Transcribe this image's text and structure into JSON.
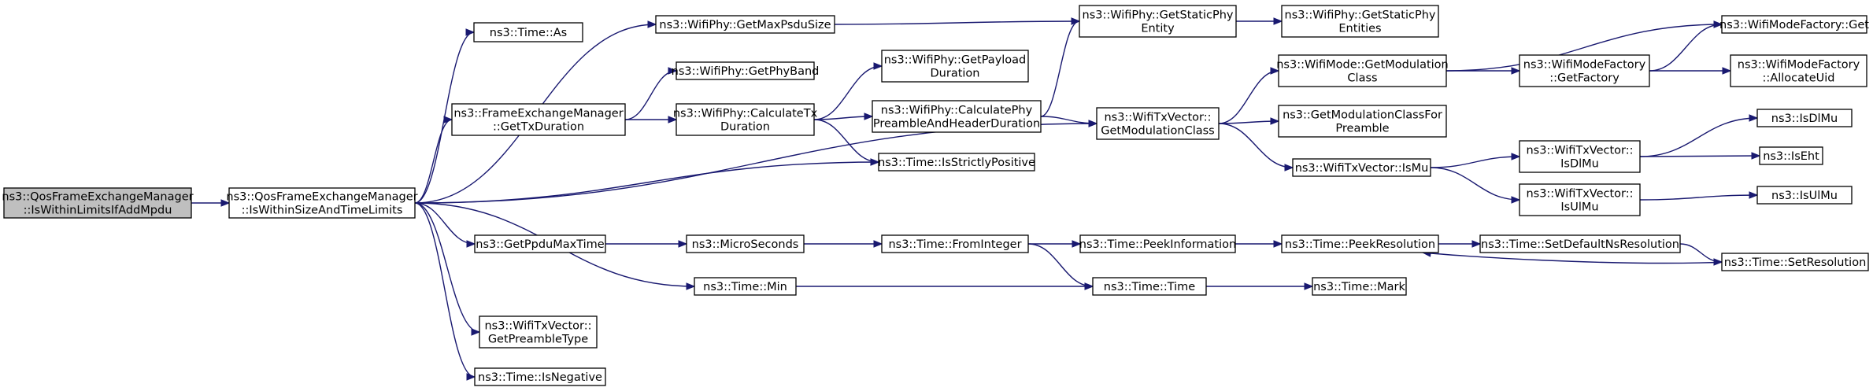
{
  "colors": {
    "edge": "#191970",
    "root_fill": "#bfbfbf",
    "node_fill": "#ffffff",
    "node_stroke": "#000000"
  },
  "nodes": [
    {
      "id": "root",
      "lines": [
        "ns3::QosFrameExchangeManager",
        "::IsWithinLimitsIfAddMpdu"
      ]
    },
    {
      "id": "iswithin",
      "lines": [
        "ns3::QosFrameExchangeManager",
        "::IsWithinSizeAndTimeLimits"
      ]
    },
    {
      "id": "timeas",
      "lines": [
        "ns3::Time::As"
      ]
    },
    {
      "id": "getmaxpsdu",
      "lines": [
        "ns3::WifiPhy::GetMaxPsduSize"
      ]
    },
    {
      "id": "getstaticphyentity",
      "lines": [
        "ns3::WifiPhy::GetStaticPhy",
        "Entity"
      ]
    },
    {
      "id": "getstaticphyentities",
      "lines": [
        "ns3::WifiPhy::GetStaticPhy",
        "Entities"
      ]
    },
    {
      "id": "getphyband",
      "lines": [
        "ns3::WifiPhy::GetPhyBand"
      ]
    },
    {
      "id": "getpayloadduration",
      "lines": [
        "ns3::WifiPhy::GetPayload",
        "Duration"
      ]
    },
    {
      "id": "fem_gettxduration",
      "lines": [
        "ns3::FrameExchangeManager",
        "::GetTxDuration"
      ]
    },
    {
      "id": "calctxduration",
      "lines": [
        "ns3::WifiPhy::CalculateTx",
        "Duration"
      ]
    },
    {
      "id": "calcphypreamble",
      "lines": [
        "ns3::WifiPhy::CalculatePhy",
        "PreambleAndHeaderDuration"
      ]
    },
    {
      "id": "txv_getmodclass",
      "lines": [
        "ns3::WifiTxVector::",
        "GetModulationClass"
      ]
    },
    {
      "id": "wm_getmodclass",
      "lines": [
        "ns3::WifiMode::GetModulation",
        "Class"
      ]
    },
    {
      "id": "wmf_get",
      "lines": [
        "ns3::WifiModeFactory::Get"
      ]
    },
    {
      "id": "wmf_getfactory",
      "lines": [
        "ns3::WifiModeFactory",
        "::GetFactory"
      ]
    },
    {
      "id": "wmf_allocateuid",
      "lines": [
        "ns3::WifiModeFactory",
        "::AllocateUid"
      ]
    },
    {
      "id": "getmodclassforpreamble",
      "lines": [
        "ns3::GetModulationClassFor",
        "Preamble"
      ]
    },
    {
      "id": "txv_ismu",
      "lines": [
        "ns3::WifiTxVector::IsMu"
      ]
    },
    {
      "id": "txv_isdlmu",
      "lines": [
        "ns3::WifiTxVector::",
        "IsDlMu"
      ]
    },
    {
      "id": "isdlmu",
      "lines": [
        "ns3::IsDlMu"
      ]
    },
    {
      "id": "iseht",
      "lines": [
        "ns3::IsEht"
      ]
    },
    {
      "id": "txv_isulmu",
      "lines": [
        "ns3::WifiTxVector::",
        "IsUlMu"
      ]
    },
    {
      "id": "isulmu",
      "lines": [
        "ns3::IsUlMu"
      ]
    },
    {
      "id": "isstrictlypositive",
      "lines": [
        "ns3::Time::IsStrictlyPositive"
      ]
    },
    {
      "id": "getppdumaxtime",
      "lines": [
        "ns3::GetPpduMaxTime"
      ]
    },
    {
      "id": "microseconds",
      "lines": [
        "ns3::MicroSeconds"
      ]
    },
    {
      "id": "frominteger",
      "lines": [
        "ns3::Time::FromInteger"
      ]
    },
    {
      "id": "peekinformation",
      "lines": [
        "ns3::Time::PeekInformation"
      ]
    },
    {
      "id": "peekresolution",
      "lines": [
        "ns3::Time::PeekResolution"
      ]
    },
    {
      "id": "setdefaultnsres",
      "lines": [
        "ns3::Time::SetDefaultNsResolution"
      ]
    },
    {
      "id": "setresolution",
      "lines": [
        "ns3::Time::SetResolution"
      ]
    },
    {
      "id": "timemin",
      "lines": [
        "ns3::Time::Min"
      ]
    },
    {
      "id": "timetime",
      "lines": [
        "ns3::Time::Time"
      ]
    },
    {
      "id": "timemark",
      "lines": [
        "ns3::Time::Mark"
      ]
    },
    {
      "id": "getpreambletype",
      "lines": [
        "ns3::WifiTxVector::",
        "GetPreambleType"
      ]
    },
    {
      "id": "isnegative",
      "lines": [
        "ns3::Time::IsNegative"
      ]
    }
  ],
  "edges": [
    [
      "root",
      "iswithin"
    ],
    [
      "iswithin",
      "timeas"
    ],
    [
      "iswithin",
      "getmaxpsdu"
    ],
    [
      "iswithin",
      "fem_gettxduration"
    ],
    [
      "iswithin",
      "isstrictlypositive"
    ],
    [
      "iswithin",
      "txv_getmodclass"
    ],
    [
      "iswithin",
      "getppdumaxtime"
    ],
    [
      "iswithin",
      "timemin"
    ],
    [
      "iswithin",
      "getpreambletype"
    ],
    [
      "iswithin",
      "isnegative"
    ],
    [
      "getmaxpsdu",
      "getstaticphyentity"
    ],
    [
      "getstaticphyentity",
      "getstaticphyentities"
    ],
    [
      "fem_gettxduration",
      "getphyband"
    ],
    [
      "fem_gettxduration",
      "calctxduration"
    ],
    [
      "calctxduration",
      "getpayloadduration"
    ],
    [
      "calctxduration",
      "calcphypreamble"
    ],
    [
      "calctxduration",
      "isstrictlypositive"
    ],
    [
      "calcphypreamble",
      "getstaticphyentity"
    ],
    [
      "calcphypreamble",
      "txv_getmodclass"
    ],
    [
      "txv_getmodclass",
      "wm_getmodclass"
    ],
    [
      "txv_getmodclass",
      "getmodclassforpreamble"
    ],
    [
      "txv_getmodclass",
      "txv_ismu"
    ],
    [
      "wm_getmodclass",
      "wmf_get"
    ],
    [
      "wm_getmodclass",
      "wmf_getfactory"
    ],
    [
      "wmf_getfactory",
      "wmf_get"
    ],
    [
      "wmf_getfactory",
      "wmf_allocateuid"
    ],
    [
      "txv_ismu",
      "txv_isdlmu"
    ],
    [
      "txv_ismu",
      "txv_isulmu"
    ],
    [
      "txv_isdlmu",
      "isdlmu"
    ],
    [
      "txv_isdlmu",
      "iseht"
    ],
    [
      "txv_isulmu",
      "isulmu"
    ],
    [
      "getppdumaxtime",
      "microseconds"
    ],
    [
      "microseconds",
      "frominteger"
    ],
    [
      "frominteger",
      "peekinformation"
    ],
    [
      "frominteger",
      "timetime"
    ],
    [
      "peekinformation",
      "peekresolution"
    ],
    [
      "peekresolution",
      "setdefaultnsres"
    ],
    [
      "setdefaultnsres",
      "setresolution"
    ],
    [
      "setresolution",
      "peekresolution"
    ],
    [
      "timemin",
      "timetime"
    ],
    [
      "timetime",
      "timemark"
    ]
  ]
}
